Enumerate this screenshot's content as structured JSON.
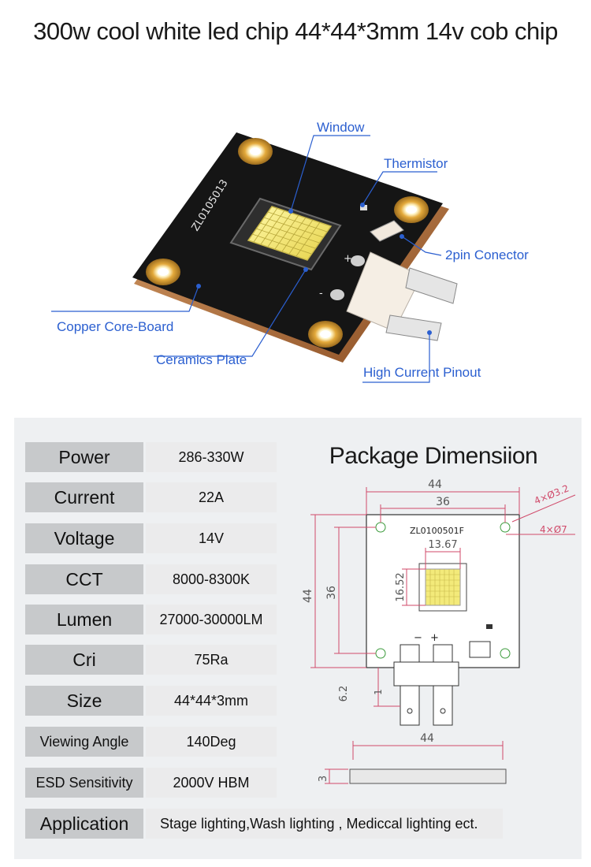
{
  "title": "300w cool white led chip 44*44*3mm 14v cob chip",
  "product_image": {
    "board_marking": "ZL0105013",
    "polarity_plus": "+",
    "polarity_minus": "-",
    "callouts": {
      "window": "Window",
      "thermistor": "Thermistor",
      "connector": "2pin Conector",
      "copper": "Copper Core-Board",
      "ceramics": "Ceramics Plate",
      "pinout": "High Current Pinout"
    }
  },
  "specs": [
    {
      "label": "Power",
      "value": "286-330W"
    },
    {
      "label": "Current",
      "value": "22A"
    },
    {
      "label": "Voltage",
      "value": "14V"
    },
    {
      "label": "CCT",
      "value": "8000-8300K"
    },
    {
      "label": "Lumen",
      "value": "27000-30000LM"
    },
    {
      "label": "Cri",
      "value": "75Ra"
    },
    {
      "label": "Size",
      "value": "44*44*3mm"
    },
    {
      "label": "Viewing Angle",
      "value": "140Deg"
    },
    {
      "label": "ESD Sensitivity",
      "value": "2000V HBM"
    },
    {
      "label": "Application",
      "value": "Stage lighting,Wash lighting , Mediccal lighting ect."
    }
  ],
  "package": {
    "title": "Package Dimensiion",
    "board_marking": "ZL0100501F",
    "dim_44_top": "44",
    "dim_36_top": "36",
    "dim_hole": "4×Ø3.2",
    "dim_hole2": "4×Ø7",
    "dim_13_67": "13.67",
    "dim_16_52": "16.52",
    "dim_44_left": "44",
    "dim_36_left": "36",
    "dim_6_2": "6.2",
    "dim_1": "1",
    "minus": "−",
    "plus": "+",
    "dim_44_side": "44",
    "dim_3_side": "3"
  }
}
